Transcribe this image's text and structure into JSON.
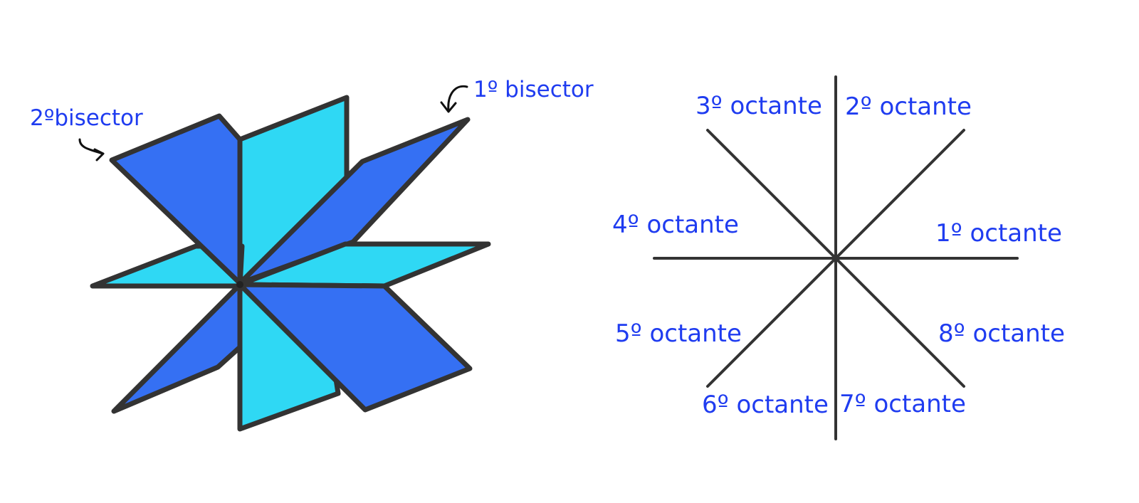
{
  "left_diagram": {
    "labels": {
      "bisector_1": "1º bisector",
      "bisector_2": "2ºbisector"
    },
    "colors": {
      "bisector_plane": "#3570f3",
      "projection_plane": "#2fd8f4",
      "outline": "#333333",
      "label_text": "#1f3cf0"
    }
  },
  "right_diagram": {
    "octant_labels": {
      "o1": "1º octante",
      "o2": "2º octante",
      "o3": "3º octante",
      "o4": "4º octante",
      "o5": "5º octante",
      "o6": "6º octante",
      "o7": "7º octante",
      "o8": "8º octante"
    }
  }
}
